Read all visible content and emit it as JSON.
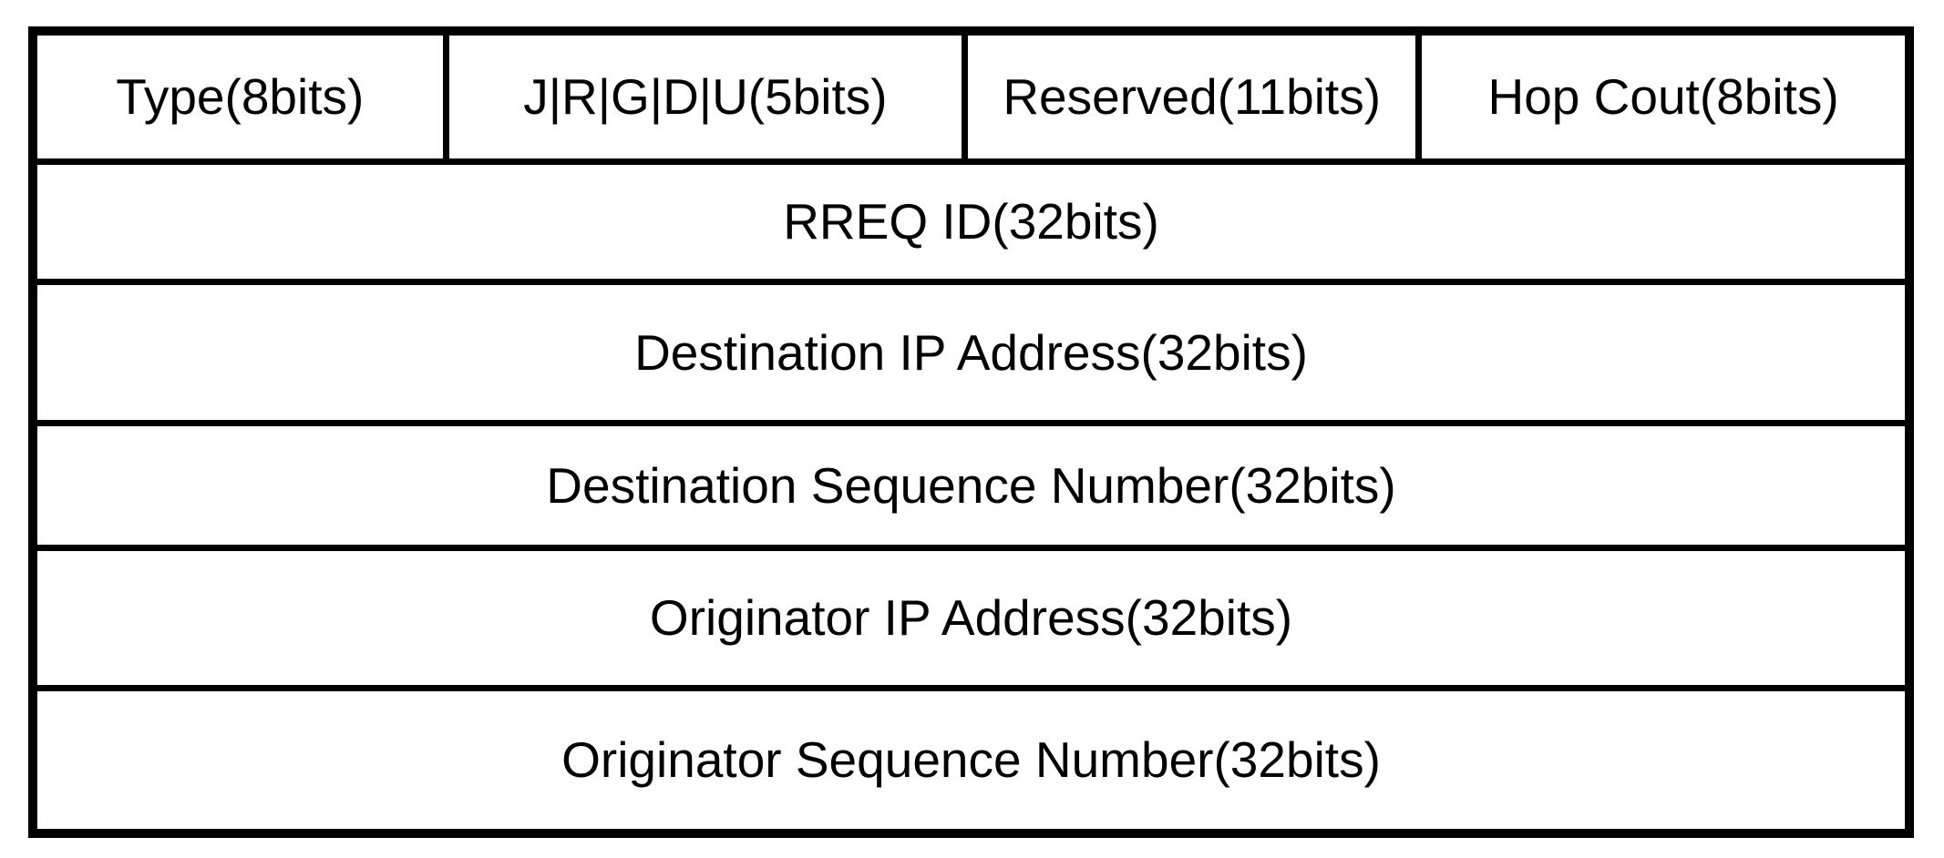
{
  "packet": {
    "header_fields": [
      "Type(8bits)",
      "J|R|G|D|U(5bits)",
      "Reserved(11bits)",
      "Hop Cout(8bits)"
    ],
    "rows": [
      "RREQ ID(32bits)",
      "Destination IP Address(32bits)",
      "Destination Sequence Number(32bits)",
      "Originator IP Address(32bits)",
      "Originator Sequence Number(32bits)"
    ]
  },
  "colors": {
    "border": "#000000",
    "background": "#ffffff",
    "text": "#000000"
  }
}
